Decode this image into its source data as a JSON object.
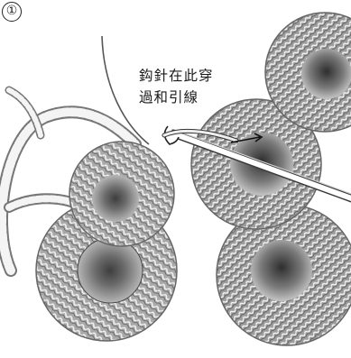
{
  "step": {
    "number": "①"
  },
  "caption": {
    "line1": "鈎針在此穿",
    "line2": "過和引線"
  },
  "colors": {
    "ink": "#1a1a1a",
    "yarn_light": "#ffffff",
    "yarn_shade": "#8f8f8f",
    "yarn_deep": "#5d5d5d",
    "background": "#ffffff"
  },
  "icons": {
    "hook": "crochet-hook-icon",
    "step": "circled-number-icon"
  }
}
